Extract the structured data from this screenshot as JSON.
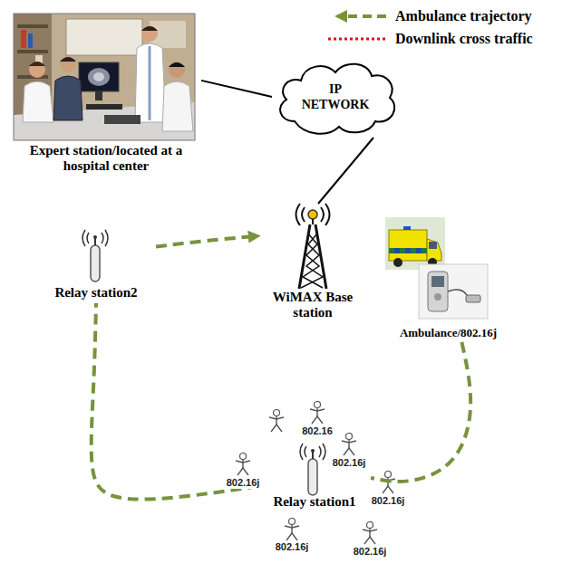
{
  "diagram": {
    "nodes": [
      {
        "text": [
          "Expert station/located at a hospital center"
        ]
      },
      {
        "text": [
          "IP NETWORK"
        ]
      },
      {
        "text": [
          "Relay station2"
        ]
      },
      {
        "text": [
          "WiMAX Base station"
        ]
      },
      {
        "text": [
          "Ambulance/802.16j"
        ]
      },
      {
        "text": [
          "Relay station1"
        ]
      }
    ],
    "edges": [
      {
        "from": 0,
        "to": 1,
        "arrow": "none"
      },
      {
        "from": 1,
        "to": 3,
        "arrow": "none"
      },
      {
        "from": 4,
        "to": 5,
        "arrow": "none"
      },
      {
        "from": 5,
        "to": 2,
        "arrow": "none"
      },
      {
        "from": 2,
        "to": 3,
        "arrow": "to"
      }
    ],
    "labels": [
      "802.16",
      "802.16j",
      "802.16j",
      "802.16j",
      "802.16j",
      "802.16j"
    ],
    "legend": [
      {
        "text": "Ambulance trajectory"
      },
      {
        "text": "Downlink cross traffic"
      }
    ]
  }
}
